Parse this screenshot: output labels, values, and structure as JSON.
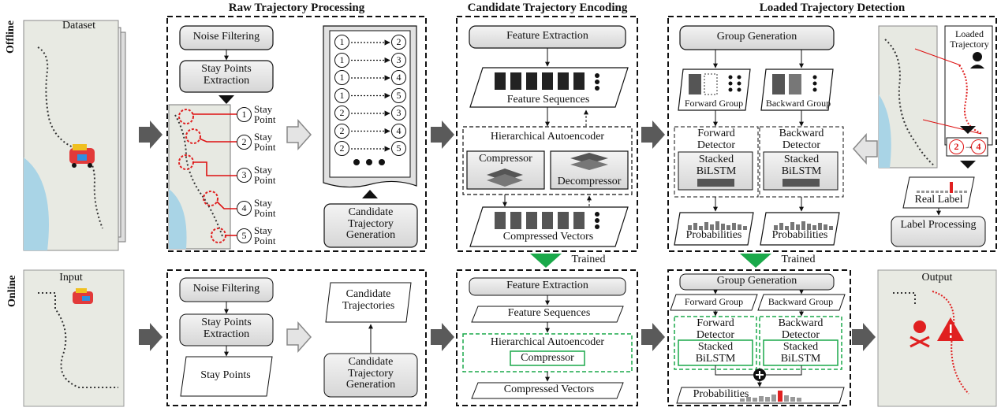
{
  "rows": {
    "offline": "Offline",
    "online": "Online"
  },
  "panels": {
    "raw": "Raw Trajectory Processing",
    "encode": "Candidate Trajectory Encoding",
    "detect": "Loaded Trajectory Detection"
  },
  "dataset_label": "Dataset",
  "input_label": "Input",
  "output_label": "Output",
  "offline": {
    "noise": "Noise Filtering",
    "stay_extract": "Stay Points Extraction",
    "stay_point": "Stay Point",
    "stay_numbers": [
      "1",
      "2",
      "3",
      "4",
      "5"
    ],
    "pairs": [
      [
        "1",
        "2"
      ],
      [
        "1",
        "3"
      ],
      [
        "1",
        "4"
      ],
      [
        "1",
        "5"
      ],
      [
        "2",
        "3"
      ],
      [
        "2",
        "4"
      ],
      [
        "2",
        "5"
      ]
    ],
    "candidate_gen": "Candidate Trajectory Generation",
    "feature_extraction": "Feature Extraction",
    "feature_sequences": "Feature Sequences",
    "hier_ae": "Hierarchical Autoencoder",
    "compressor": "Compressor",
    "decompressor": "Decompressor",
    "compressed_vectors": "Compressed Vectors",
    "group_generation": "Group Generation",
    "forward_group": "Forward Group",
    "backward_group": "Backward Group",
    "forward_detector": "Forward Detector",
    "backward_detector": "Backward Detector",
    "stacked_bilstm": "Stacked BiLSTM",
    "probabilities": "Probabilities",
    "loaded_trajectory": "Loaded Trajectory",
    "label_pair": [
      "2",
      "4"
    ],
    "real_label": "Real Label",
    "label_processing": "Label Processing"
  },
  "trained": "Trained",
  "online": {
    "noise": "Noise Filtering",
    "stay_extract": "Stay Points Extraction",
    "stay_points": "Stay Points",
    "candidate_traj": "Candidate Trajectories",
    "candidate_gen": "Candidate Trajectory Generation",
    "feature_extraction": "Feature Extraction",
    "feature_sequences": "Feature Sequences",
    "hier_ae": "Hierarchical Autoencoder",
    "compressor": "Compressor",
    "compressed_vectors": "Compressed Vectors",
    "group_generation": "Group Generation",
    "forward_group": "Forward Group",
    "backward_group": "Backward Group",
    "forward_detector": "Forward Detector",
    "backward_detector": "Backward Detector",
    "stacked_bilstm": "Stacked BiLSTM",
    "probabilities": "Probabilities"
  },
  "colors": {
    "green": "#1aa94a",
    "red": "#e02020",
    "gray": "#555555"
  }
}
